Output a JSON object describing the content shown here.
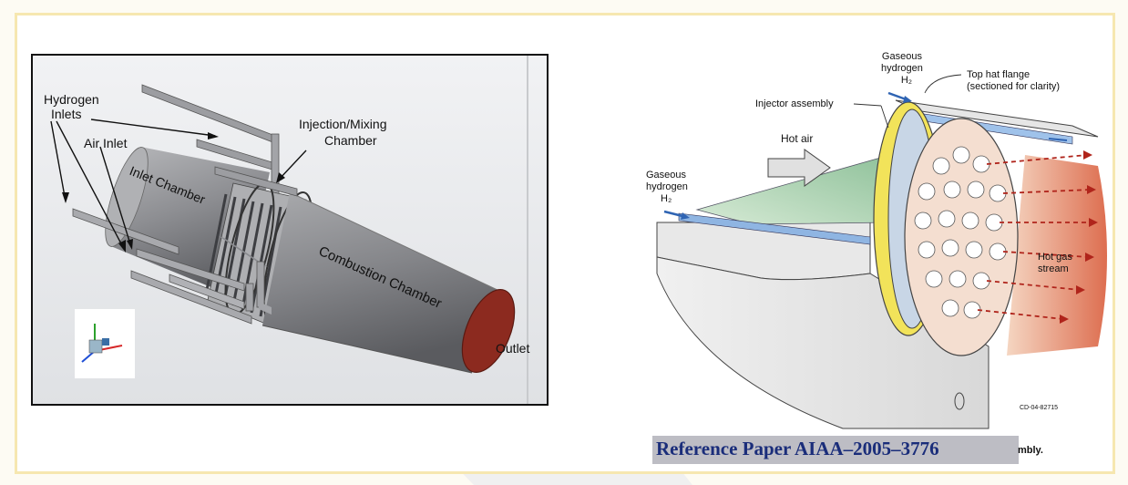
{
  "left_figure": {
    "labels": {
      "hydrogen_inlets": [
        "Hydrogen",
        "Inlets"
      ],
      "air_inlet": "Air Inlet",
      "injection_mixing": [
        "Injection/Mixing",
        "Chamber"
      ],
      "inlet_chamber": "Inlet Chamber",
      "combustion_chamber": "Combustion Chamber",
      "outlet": "Outlet"
    }
  },
  "right_figure": {
    "labels": {
      "gaseous_hydrogen_top": [
        "Gaseous",
        "hydrogen",
        "H₂"
      ],
      "top_hat_flange": [
        "Top hat flange",
        "(sectioned for clarity)"
      ],
      "injector_assembly": "Injector assembly",
      "hot_air": "Hot air",
      "gaseous_hydrogen_left": [
        "Gaseous",
        "hydrogen",
        "H₂"
      ],
      "hot_gas_stream": [
        "Hot gas",
        "stream"
      ],
      "code": "CD-04-82715"
    },
    "caption_tail": "mbly."
  },
  "reference": "Reference Paper AIAA–2005–3776",
  "colors": {
    "frame_border": "#f6e7b0",
    "reference_text": "#1a2d7a",
    "reference_band": "#bdbdc4",
    "flange_yellow": "#f2e35a",
    "hot_gas": "#e07a5f",
    "hot_air_green": "#9fc9a2"
  }
}
